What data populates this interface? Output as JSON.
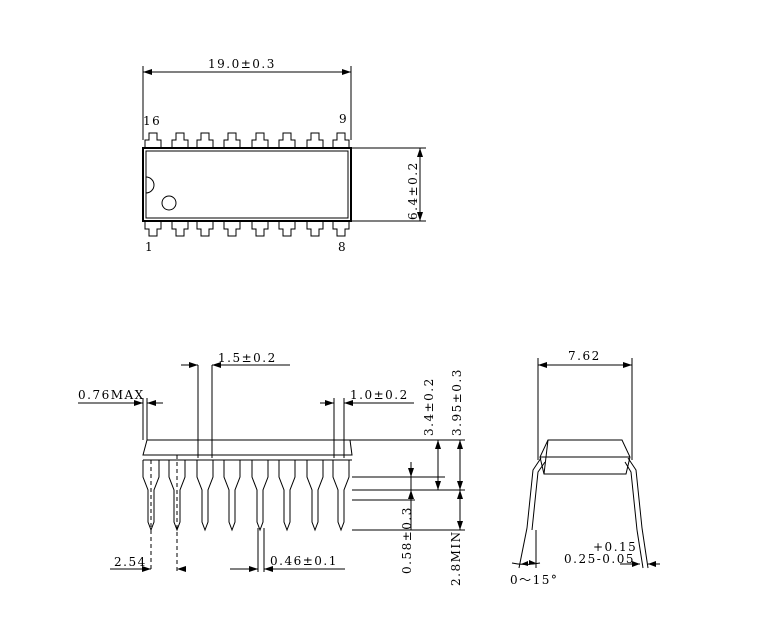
{
  "top_view": {
    "length_label": "19.0±0.3",
    "width_label": "6.4±0.2",
    "pin_16": "16",
    "pin_9": "9",
    "pin_1": "1",
    "pin_8": "8"
  },
  "front_view": {
    "lead_width_top_label": "1.5±0.2",
    "end_overhang_label": "0.76MAX",
    "end_lead_label": "1.0±0.2",
    "body_height_label": "3.4±0.2",
    "total_height_label": "3.95±0.3",
    "standoff_label": "0.58±0.3",
    "lead_length_label": "2.8MIN",
    "pitch_label": "2.54",
    "lead_width_label": "0.46±0.1"
  },
  "side_view": {
    "row_spacing_label": "7.62",
    "tolerance_plus_label": "+0.15",
    "thickness_label": "0.25-0.05",
    "angle_label": "0～15°"
  }
}
